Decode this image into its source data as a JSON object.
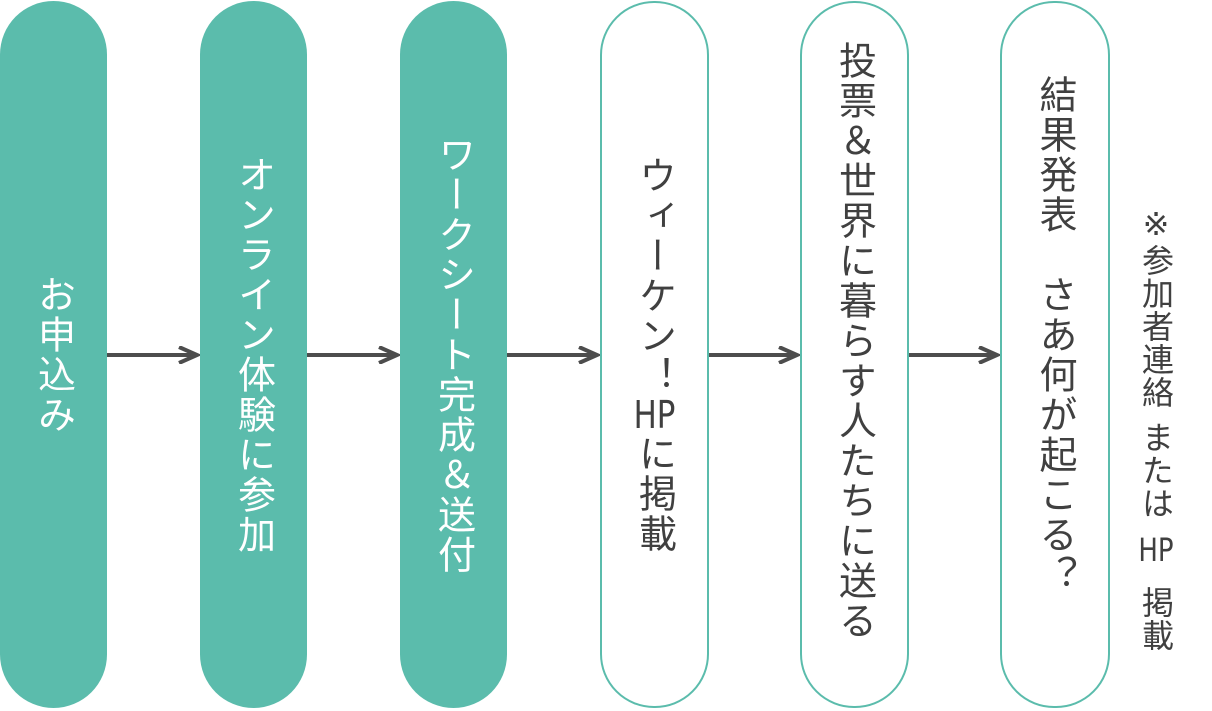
{
  "steps": [
    {
      "label": "お申込み",
      "style": "filled"
    },
    {
      "label": "オンライン体験に参加",
      "style": "filled"
    },
    {
      "label": "ワークシート完成＆送付",
      "style": "filled"
    },
    {
      "label_a": "ウィーケン！",
      "label_hp": "HP",
      "label_b": "に掲載",
      "style": "outlined"
    },
    {
      "label": "投票＆世界に暮らす人たちに送る",
      "style": "outlined"
    },
    {
      "label": "結果発表　さあ何が起こる？",
      "style": "outlined"
    }
  ],
  "note": {
    "a": "※参加者連絡",
    "b": "または",
    "hp": "HP",
    "c": "掲載"
  },
  "colors": {
    "accent": "#5bbcac",
    "text": "#404040",
    "arrow": "#4d4d4d"
  }
}
